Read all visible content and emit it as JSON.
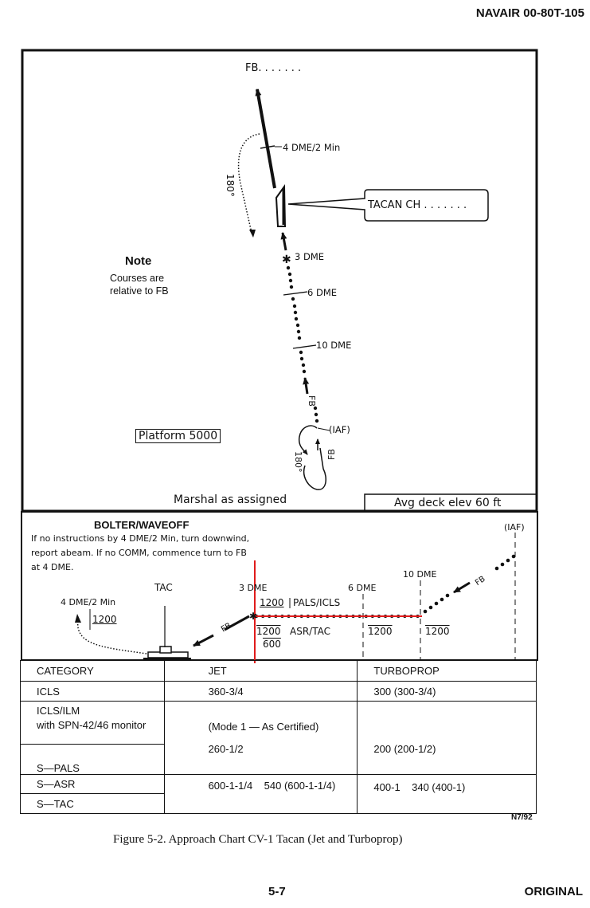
{
  "header": {
    "doc_id": "NAVAIR 00-80T-105"
  },
  "plan_view": {
    "fb_top": "FB. . . . . . .",
    "dme4_label": "4 DME/2 Min",
    "turn_180_left": "180°",
    "tacan_label": "TACAN CH . . . . . . .",
    "dme3_label": "3 DME",
    "dme6_label": "6 DME",
    "dme10_label": "10 DME",
    "fb_course": "FB",
    "iaf_label": "(IAF)",
    "turn_180_bottom": "180°",
    "fb_hold": "FB",
    "note_title": "Note",
    "note_line1": "Courses are",
    "note_line2": "relative to FB",
    "platform": "Platform 5000",
    "marshal": "Marshal as assigned",
    "deck_elev": "Avg deck elev 60 ft"
  },
  "profile_view": {
    "bolter_title": "BOLTER/WAVEOFF",
    "bolter_line1": "If no instructions by 4 DME/2 Min, turn downwind,",
    "bolter_line2": "report abeam. If no COMM, commence turn to FB",
    "bolter_line3": "at 4 DME.",
    "iaf": "(IAF)",
    "dme10": "10 DME",
    "dme6": "6 DME",
    "dme3": "3 DME",
    "tac": "TAC",
    "dme4_min": "4 DME/2 Min",
    "alt_1200_left": "1200",
    "alt_1200_pals": "1200",
    "pals_icls": "PALS/ICLS",
    "alt_1200_asr": "1200",
    "asr_tac": "ASR/TAC",
    "alt_600": "600",
    "alt_1200_6dme": "1200",
    "alt_1200_10dme": "1200",
    "fb_seg1": "FB",
    "fb_seg2": "FB"
  },
  "minimums": {
    "headers": [
      "CATEGORY",
      "JET",
      "TURBOPROP"
    ],
    "icls": {
      "category": "ICLS",
      "jet": "360-3/4",
      "turboprop": "300 (300-3/4)"
    },
    "icls_ilm": {
      "category_line1": "ICLS/ILM",
      "category_line2": "with SPN-42/46 monitor",
      "jet": "(Mode 1 — As Certified)"
    },
    "pals": {
      "category": "S—PALS",
      "jet": "260-1/2",
      "turboprop": "200 (200-1/2)"
    },
    "asr": {
      "category": "S—ASR",
      "jet": "600-1-1/4    540 (600-1-1/4)",
      "turboprop": "400-1    340 (400-1)"
    },
    "tac": {
      "category": "S—TAC"
    }
  },
  "footer": {
    "code": "N7/92",
    "caption": "Figure 5-2.  Approach Chart CV-1 Tacan (Jet and Turboprop)",
    "page": "5-7",
    "status": "ORIGINAL"
  },
  "colors": {
    "ink": "#111111",
    "highlight": "#e01b1b"
  }
}
